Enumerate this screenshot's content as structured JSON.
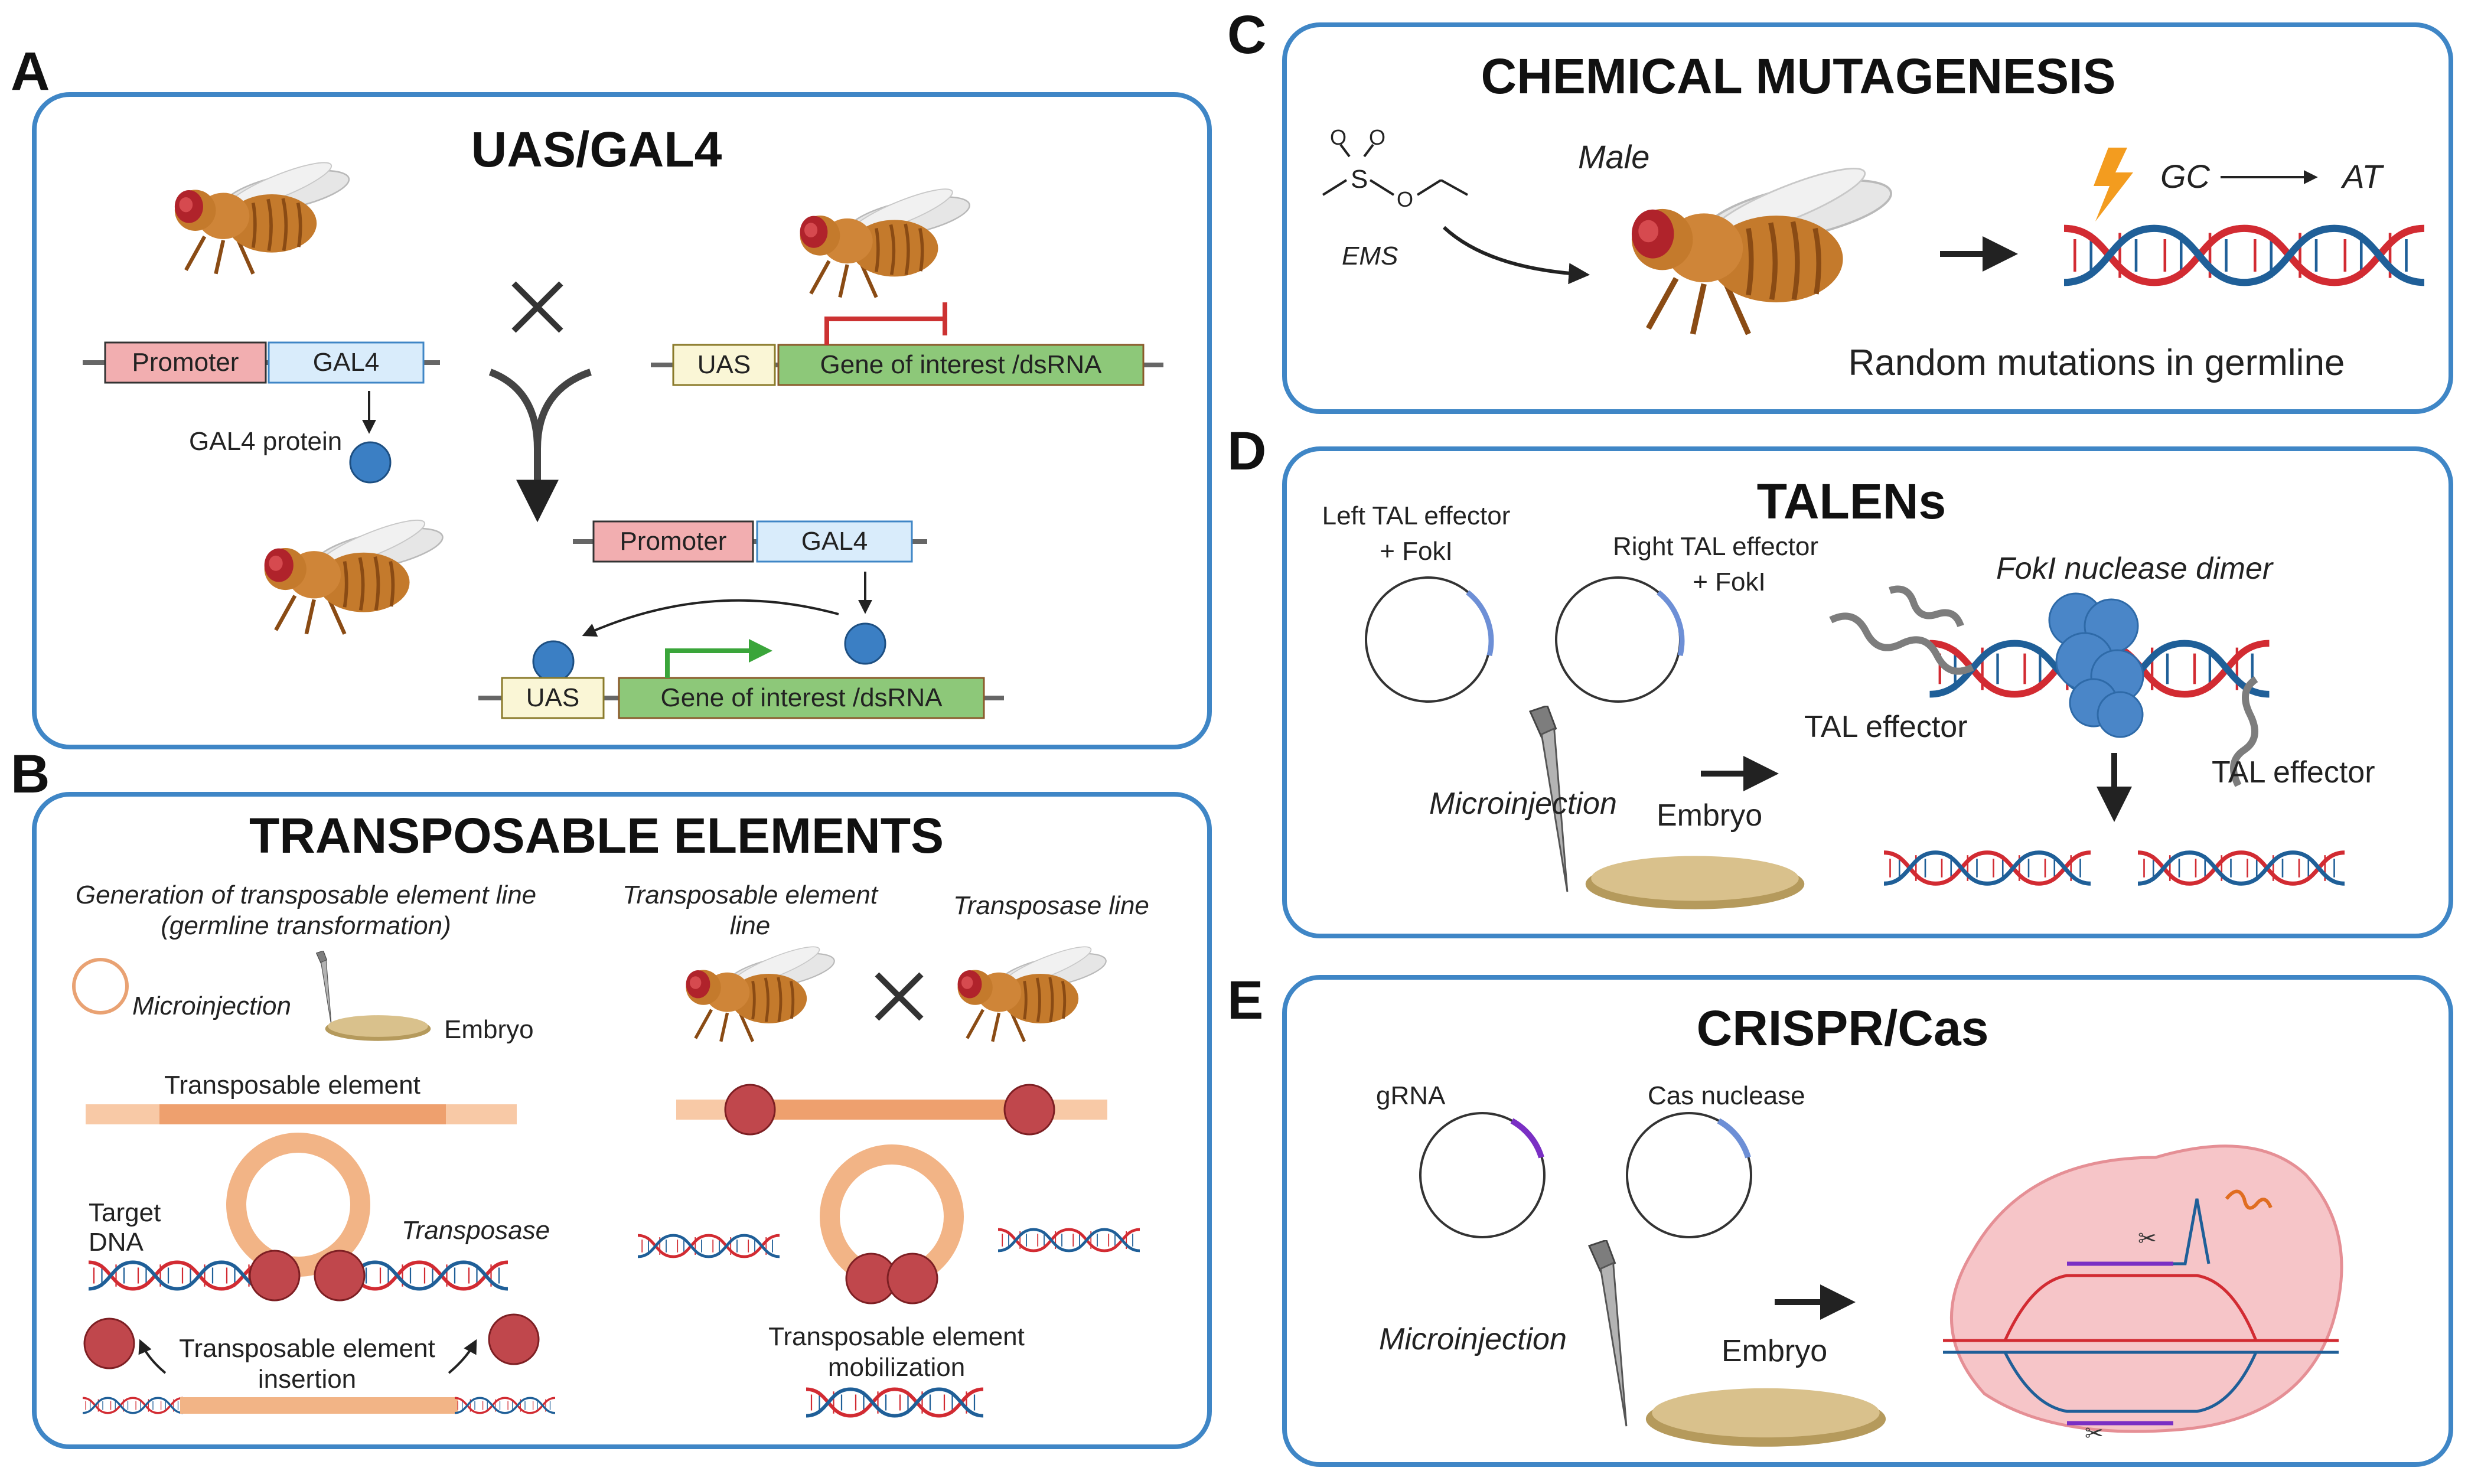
{
  "panels": {
    "a": {
      "letter": "A",
      "title": "UAS/GAL4",
      "promoter": "Promoter",
      "gal4": "GAL4",
      "uas": "UAS",
      "gene": "Gene of interest /dsRNA",
      "gal4_protein": "GAL4 protein"
    },
    "b": {
      "letter": "B",
      "title": "TRANSPOSABLE ELEMENTS",
      "generation_line1": "Generation of transposable element line",
      "generation_line2": "(germline transformation)",
      "microinjection": "Microinjection",
      "embryo": "Embryo",
      "te_label": "Transposable element",
      "target_line1": "Target",
      "target_line2": "DNA",
      "transposase": "Transposase",
      "insertion_line1": "Transposable element",
      "insertion_line2": "insertion",
      "te_line_line1": "Transposable element",
      "te_line_line2": "line",
      "transposase_line": "Transposase line",
      "mobilization_line1": "Transposable element",
      "mobilization_line2": "mobilization"
    },
    "c": {
      "letter": "C",
      "title": "CHEMICAL MUTAGENESIS",
      "male": "Male",
      "ems": "EMS",
      "chem_s": "S",
      "chem_o": "O",
      "gc": "GC",
      "at": "AT",
      "caption": "Random mutations in germline"
    },
    "d": {
      "letter": "D",
      "title": "TALENs",
      "left_line1": "Left TAL effector",
      "left_line2": "+ FokI",
      "right_line1": "Right TAL effector",
      "right_line2": "+ FokI",
      "fokl": "FokI nuclease dimer",
      "tal_effector": "TAL effector",
      "microinjection": "Microinjection",
      "embryo": "Embryo"
    },
    "e": {
      "letter": "E",
      "title": "CRISPR/Cas",
      "grna": "gRNA",
      "cas": "Cas nuclease",
      "microinjection": "Microinjection",
      "embryo": "Embryo"
    }
  },
  "colors": {
    "panel_border": "#3f86c6",
    "promoter_fill": "#f2aeb0",
    "gal4_fill": "#d9ecfb",
    "uas_fill": "#faf6d6",
    "gene_fill": "#8dc879",
    "protein": "#3b7fc4",
    "fly_body": "#c47a2c",
    "fly_eye": "#b0232b",
    "dna_red": "#d22b32",
    "dna_blue": "#1f5f98",
    "te_orange": "#f2b486",
    "transposase_red": "#c0474c",
    "embryo": "#d9c18c",
    "crispr_cell": "#f6c5c8"
  }
}
